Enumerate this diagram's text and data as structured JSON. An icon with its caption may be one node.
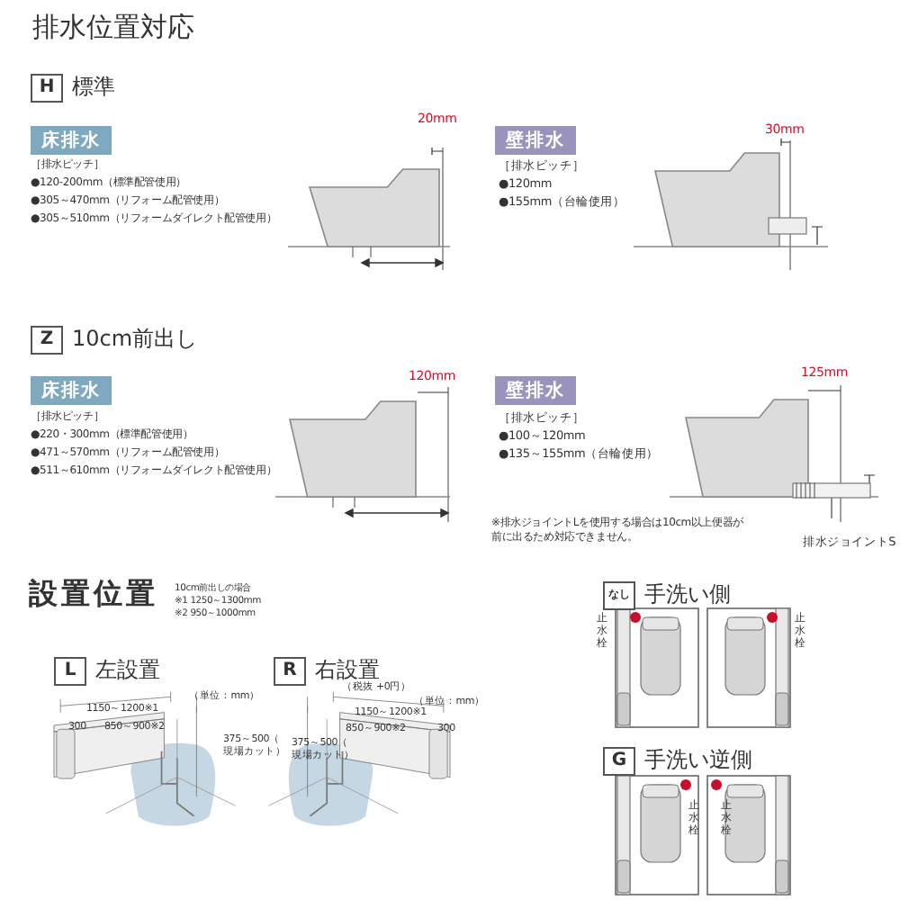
{
  "diagram": {
    "title": "排水位置対応",
    "nodes": [
      {
        "text": [
          "H"
        ],
        "beside": [
          "標準"
        ]
      },
      {
        "text": [
          "床排水"
        ]
      },
      {
        "text": [
          "壁排水"
        ]
      },
      {
        "text": [
          "Z"
        ],
        "beside": [
          "10cm前出し"
        ]
      },
      {
        "text": [
          "床排水"
        ]
      },
      {
        "text": [
          "壁排水"
        ]
      },
      {
        "text": [],
        "shape": "picture"
      },
      {
        "text": [
          "排水ジョイントS"
        ]
      },
      {
        "text": [
          "L"
        ],
        "beside": [
          "左設置"
        ]
      },
      {
        "text": [
          "R"
        ],
        "beside": [
          "右設置"
        ]
      },
      {
        "text": [
          "なし"
        ],
        "beside": [
          "手洗い側"
        ]
      },
      {
        "text": [
          "G"
        ],
        "beside": [
          "手洗い逆側"
        ]
      }
    ],
    "edges": [
      {
        "from": 7,
        "to": 6,
        "arrow": "none"
      }
    ],
    "labels": [
      "［排水ピッチ］",
      "●120-200mm（標準配管使用）",
      "●305～470mm（リフォーム配管使用）",
      "●305～510mm（リフォームダイレクト配管使用）",
      "20mm",
      "［排水ピッチ］",
      "●120mm",
      "●155mm（台輪使用）",
      "30mm",
      "［排水ピッチ］",
      "●220・300mm（標準配管使用）",
      "●471～570mm（リフォーム配管使用）",
      "●511～610mm（リフォームダイレクト配管使用）",
      "120mm",
      "［排水ピッチ］",
      "●100～120mm",
      "●135～155mm（台輪使用）",
      "125mm",
      "※排水ジョイントLを使用する場合は10cm以上便器が前に出るため対応できません。",
      "設置位置",
      "10cm前出しの場合",
      "※1 1250～1300mm",
      "※2 950～1000mm",
      "（単位：mm）",
      "1150～1200※1",
      "300",
      "850～900※2",
      "375～500（現場カット）",
      "（税抜 +0円）",
      "（単位：mm）",
      "1150～1200※1",
      "850～900※2",
      "300",
      "375～500（現場カット）",
      "止水栓",
      "止水栓",
      "止水栓",
      "止水栓"
    ]
  }
}
